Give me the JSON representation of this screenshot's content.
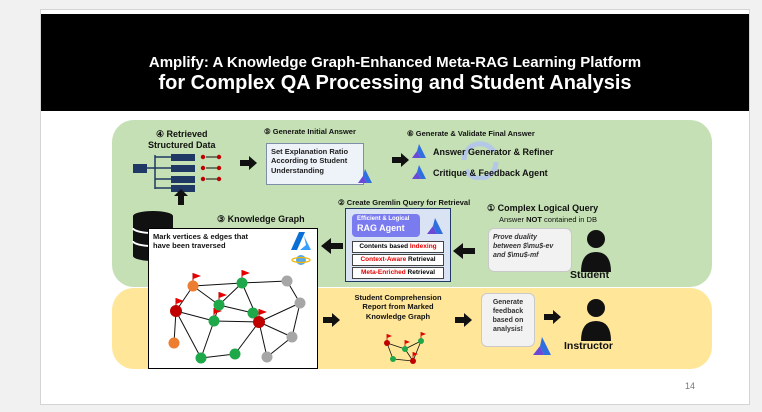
{
  "title": {
    "line1": "Amplify: A Knowledge Graph-Enhanced Meta-RAG Learning Platform",
    "line2": "for Complex QA Processing and Student Analysis"
  },
  "steps": {
    "retrieved_line1": "④ Retrieved",
    "retrieved_line2": "Structured Data",
    "generate_initial": "⑤ Generate Initial Answer",
    "explanation_line1": "Set Explanation Ratio",
    "explanation_line2": "According to Student",
    "explanation_line3": "Understanding",
    "generate_validate": "⑥ Generate & Validate Final Answer",
    "answer_generator": "Answer Generator & Refiner",
    "critique_feedback": "Critique & Feedback Agent",
    "knowledge_graph": "③ Knowledge Graph",
    "mark_line1": "Mark vertices & edges that",
    "mark_line2": "have been traversed",
    "create_gremlin": "② Create Gremlin Query for Retrieval",
    "rag_line1": "Efficient & Logical",
    "rag_line2": "RAG Agent",
    "contents_based": "Contents based ",
    "indexing": "Indexing",
    "context_aware": "Context-Aware",
    "context_retrieval": " Retrieval",
    "meta_enriched": "Meta-Enriched",
    "meta_retrieval": " Retrieval",
    "complex_query": "① Complex Logical Query",
    "answer_prefix": "Answer ",
    "not_word": "NOT",
    "contained_suffix": " contained in DB",
    "prove_line1": "Prove duality",
    "prove_line2": "between $\\mu$-ev",
    "prove_line3": "and $\\mu$-mf",
    "student": "Student",
    "report_line1": "Student Comprehension",
    "report_line2": "Report from Marked",
    "report_line3": "Knowledge Graph",
    "gen_feedback_line1": "Generate",
    "gen_feedback_line2": "feedback",
    "gen_feedback_line3": "based on",
    "gen_feedback_line4": "analysis!",
    "instructor": "Instructor"
  },
  "page_number": "14",
  "colors": {
    "green_panel": "#c5e0b4",
    "yellow_panel": "#ffe699",
    "highlight_red": "#e60000",
    "rag_agent_fill": "#7b7bf0",
    "node_red": "#c00000",
    "node_green": "#1fa84a",
    "node_orange": "#ed7d31",
    "node_gray": "#a6a6a6"
  },
  "icons": [
    "database-icon",
    "azure-logo-icon",
    "agent-logo-icon",
    "person-icon",
    "flag-icon",
    "arrow-right-icon",
    "arrow-left-icon",
    "arrow-up-icon"
  ]
}
